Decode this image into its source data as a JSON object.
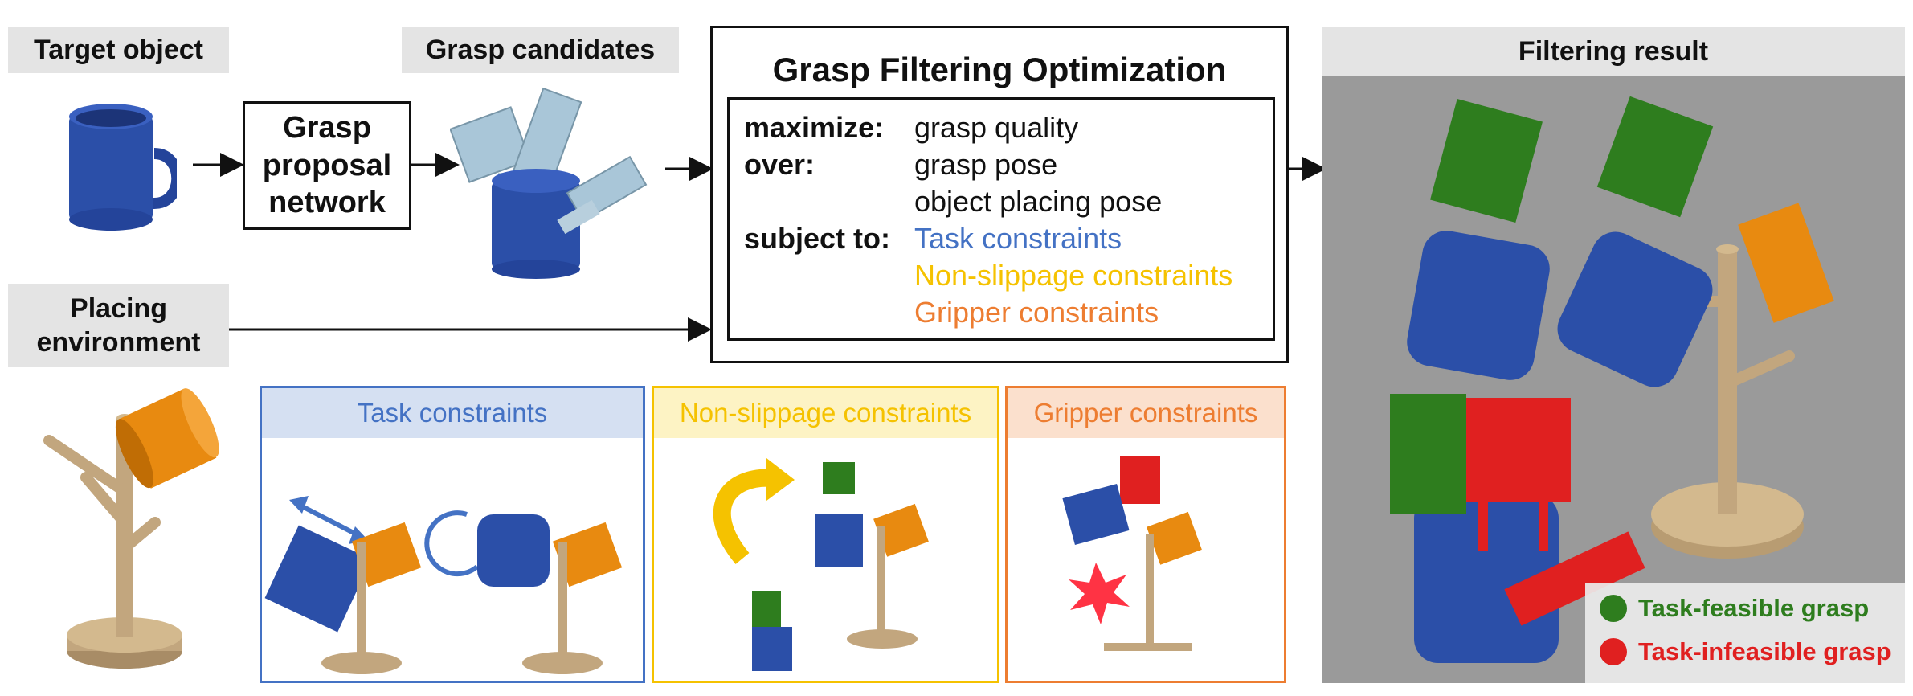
{
  "labels": {
    "target_object": "Target object",
    "grasp_candidates": "Grasp candidates",
    "placing_environment": "Placing environment",
    "filtering_result": "Filtering result"
  },
  "proposal_network": "Grasp proposal network",
  "optimization": {
    "title": "Grasp Filtering Optimization",
    "maximize_kw": "maximize:",
    "maximize_val": "grasp quality",
    "over_kw": "over:",
    "over_val_1": "grasp pose",
    "over_val_2": "object placing pose",
    "subject_kw": "subject to:",
    "constraint_task": "Task constraints",
    "constraint_nonslip": "Non-slippage constraints",
    "constraint_gripper": "Gripper constraints"
  },
  "panels": {
    "task": "Task constraints",
    "nonslip": "Non-slippage constraints",
    "gripper": "Gripper constraints"
  },
  "legend": {
    "feasible": "Task-feasible grasp",
    "infeasible": "Task-infeasible grasp"
  },
  "colors": {
    "task": "#4472c4",
    "nonslip": "#f5c200",
    "gripper": "#ed7d31",
    "feasible": "#2e7d1e",
    "infeasible": "#e02020",
    "mug": "#2b4fa8",
    "wood": "#c2a67e"
  },
  "icons": [
    "blue-mug-icon",
    "gripper-icon",
    "mug-tree-icon",
    "orange-cup-icon",
    "arrow-icon",
    "collision-icon"
  ]
}
